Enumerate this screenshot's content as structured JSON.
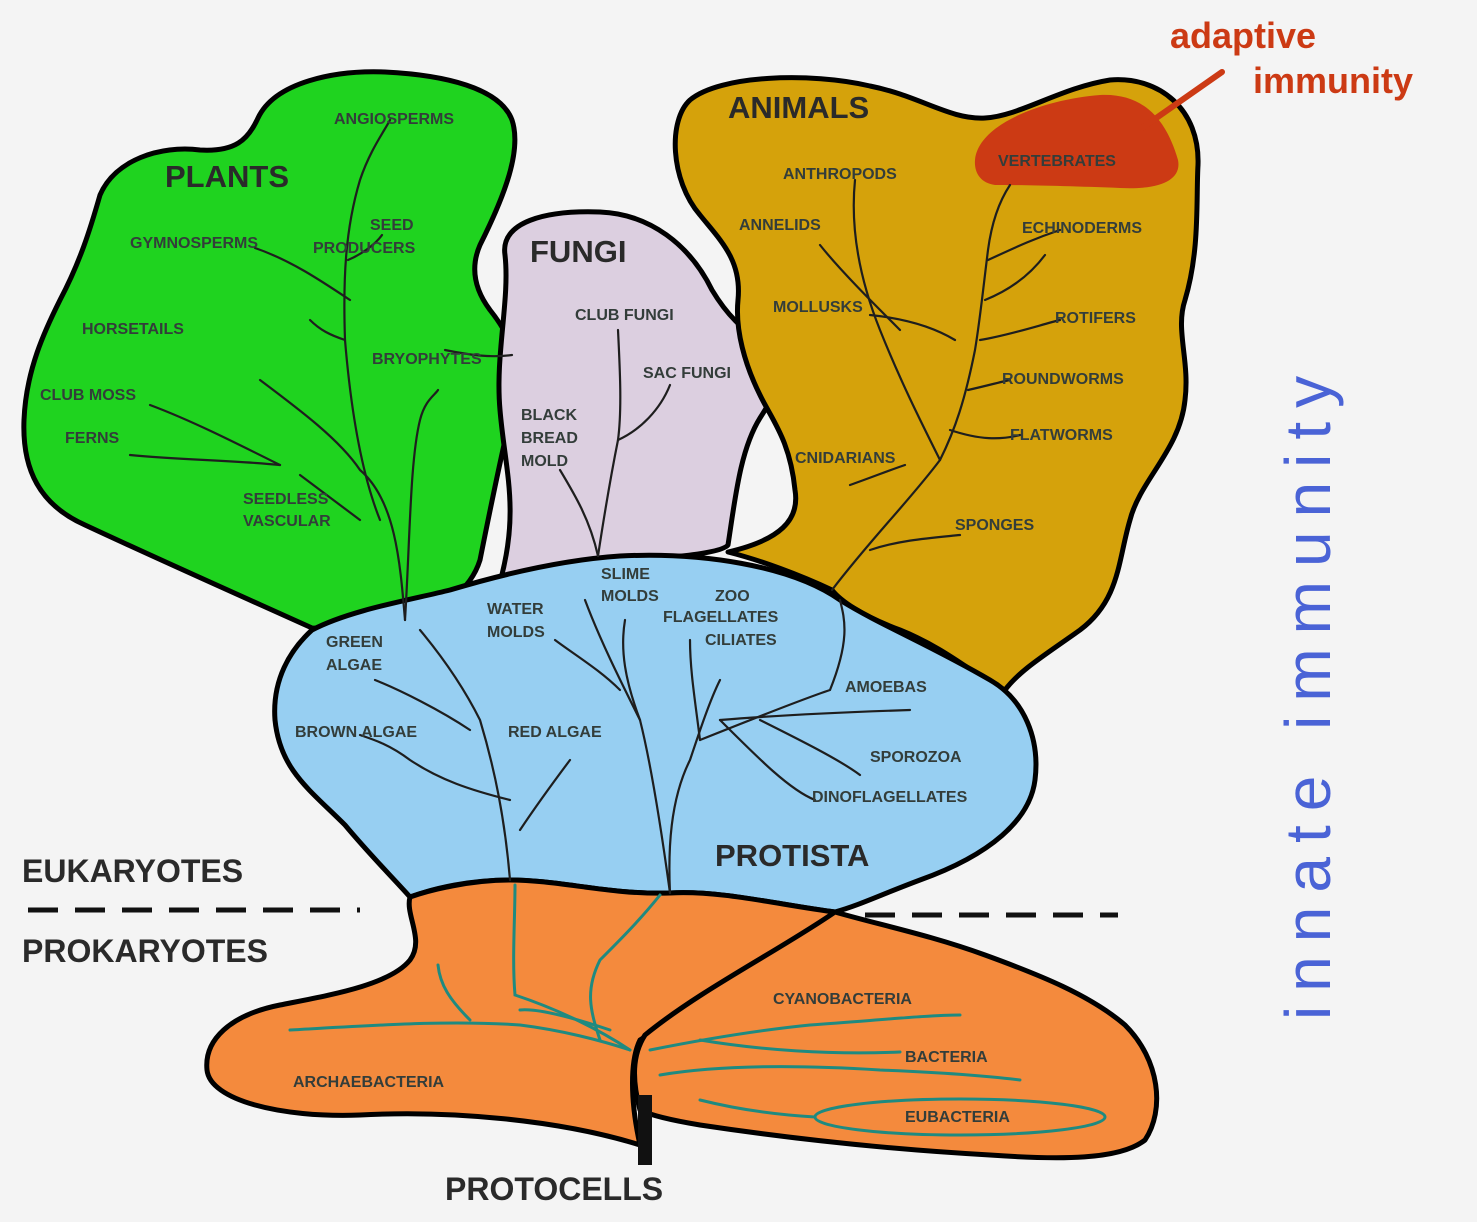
{
  "kingdoms": {
    "plants": "PLANTS",
    "fungi": "FUNGI",
    "animals": "ANIMALS",
    "protista": "PROTISTA"
  },
  "domains": {
    "eukaryotes": "EUKARYOTES",
    "prokaryotes": "PROKARYOTES",
    "root": "PROTOCELLS"
  },
  "immunity": {
    "adaptive_line1": "adaptive",
    "adaptive_line2": "immunity",
    "innate": "innate immunity"
  },
  "plants": {
    "angiosperms": "ANGIOSPERMS",
    "gymnosperms": "GYMNOSPERMS",
    "seed_line1": "SEED",
    "seed_line2": "PRODUCERS",
    "horsetails": "HORSETAILS",
    "bryophytes": "BRYOPHYTES",
    "club_moss": "CLUB MOSS",
    "ferns": "FERNS",
    "seedless_line1": "SEEDLESS",
    "seedless_line2": "VASCULAR"
  },
  "fungi": {
    "club_fungi": "CLUB FUNGI",
    "sac_fungi": "SAC FUNGI",
    "black_line1": "BLACK",
    "black_line2": "BREAD",
    "black_line3": "MOLD"
  },
  "animals": {
    "vertebrates": "VERTEBRATES",
    "anthropods": "ANTHROPODS",
    "annelids": "ANNELIDS",
    "echinoderms": "ECHINODERMS",
    "mollusks": "MOLLUSKS",
    "rotifers": "ROTIFERS",
    "roundworms": "ROUNDWORMS",
    "flatworms": "FLATWORMS",
    "cnidarians": "CNIDARIANS",
    "sponges": "SPONGES"
  },
  "protista": {
    "slime_line1": "SLIME",
    "slime_line2": "MOLDS",
    "water_line1": "WATER",
    "water_line2": "MOLDS",
    "zoo_line1": "ZOO",
    "zoo_line2": "FLAGELLATES",
    "ciliates": "CILIATES",
    "green_line1": "GREEN",
    "green_line2": "ALGAE",
    "amoebas": "AMOEBAS",
    "brown_algae": "BROWN ALGAE",
    "red_algae": "RED ALGAE",
    "sporozoa": "SPOROZOA",
    "dinoflagellates": "DINOFLAGELLATES"
  },
  "bacteria": {
    "cyanobacteria": "CYANOBACTERIA",
    "bacteria": "BACTERIA",
    "archaebacteria": "ARCHAEBACTERIA",
    "eubacteria": "EUBACTERIA"
  },
  "colors": {
    "plants": "#1fd31f",
    "fungi": "#dccfe0",
    "animals": "#d5a20b",
    "protista": "#97cff2",
    "bacteria": "#f48a3d",
    "vertebrates": "#cc3a14",
    "innate_text": "#4a63d6",
    "adaptive_text": "#cc3a14"
  }
}
